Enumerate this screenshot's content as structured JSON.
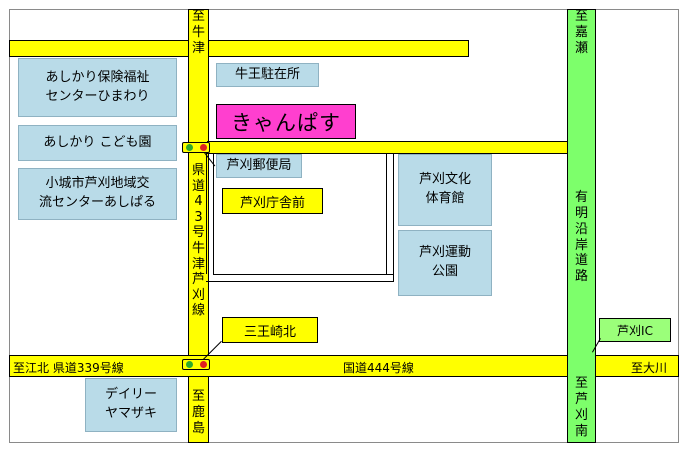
{
  "colors": {
    "road_yellow": "#ffff00",
    "road_green": "#7dff6b",
    "facility_blue": "#b9dbe8",
    "campus_pink": "#ff3fcf",
    "signal_green": "#2eaa2e",
    "signal_red": "#e02020"
  },
  "roads": {
    "north_top": "至\n牛\n津",
    "prefectural_route": "県\n道\n4\n3\n号\n牛\n津\n芦\n刈\n線",
    "south": "至\n鹿\n島",
    "west": "至江北 県道339号線",
    "national_route": "国道444号線",
    "east": "至大川",
    "coast_north": "至\n嘉\n瀬",
    "coast_road": "有\n明\n沿\n岸\n道\n路",
    "coast_south": "至\n芦\n刈\n南"
  },
  "places": {
    "welfare_center": "あしかり保険福祉\nセンターひまわり",
    "nursery": "あしかり こども園",
    "exchange_center": "小城市芦刈地域交\n流センターあしぱる",
    "police_box": "牛王駐在所",
    "campus": "きゃんぱす",
    "post_office": "芦刈郵便局",
    "culture_gym": "芦刈文化\n体育館",
    "sports_park": "芦刈運動\n公園",
    "daily_yamazaki": "デイリー\nヤマザキ"
  },
  "intersections": {
    "office_front": "芦刈庁舎前",
    "sannosaki_north": "三王崎北"
  },
  "interchange": "芦刈IC"
}
